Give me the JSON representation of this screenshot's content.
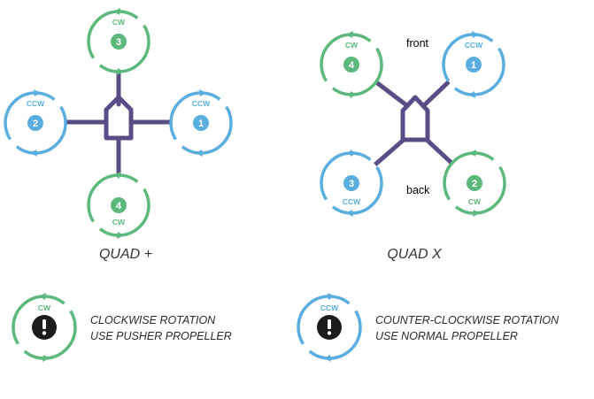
{
  "colors": {
    "cw": "#5cb87d",
    "ccw": "#5aaedf",
    "frame": "#5a4c86",
    "alert": "#1c1c1c"
  },
  "quad_plus": {
    "caption": "QUAD +",
    "motors": [
      {
        "number": "3",
        "direction": "CW"
      },
      {
        "number": "2",
        "direction": "CCW"
      },
      {
        "number": "1",
        "direction": "CCW"
      },
      {
        "number": "4",
        "direction": "CW"
      }
    ]
  },
  "quad_x": {
    "caption": "QUAD X",
    "front_label": "front",
    "back_label": "back",
    "motors": [
      {
        "number": "4",
        "direction": "CW"
      },
      {
        "number": "1",
        "direction": "CCW"
      },
      {
        "number": "3",
        "direction": "CCW"
      },
      {
        "number": "2",
        "direction": "CW"
      }
    ]
  },
  "legend": {
    "cw": {
      "label": "CW",
      "line1": "CLOCKWISE ROTATION",
      "line2": "USE PUSHER PROPELLER",
      "icon": "exclamation-icon"
    },
    "ccw": {
      "label": "CCW",
      "line1": "COUNTER-CLOCKWISE ROTATION",
      "line2": "USE NORMAL PROPELLER",
      "icon": "exclamation-icon"
    }
  }
}
